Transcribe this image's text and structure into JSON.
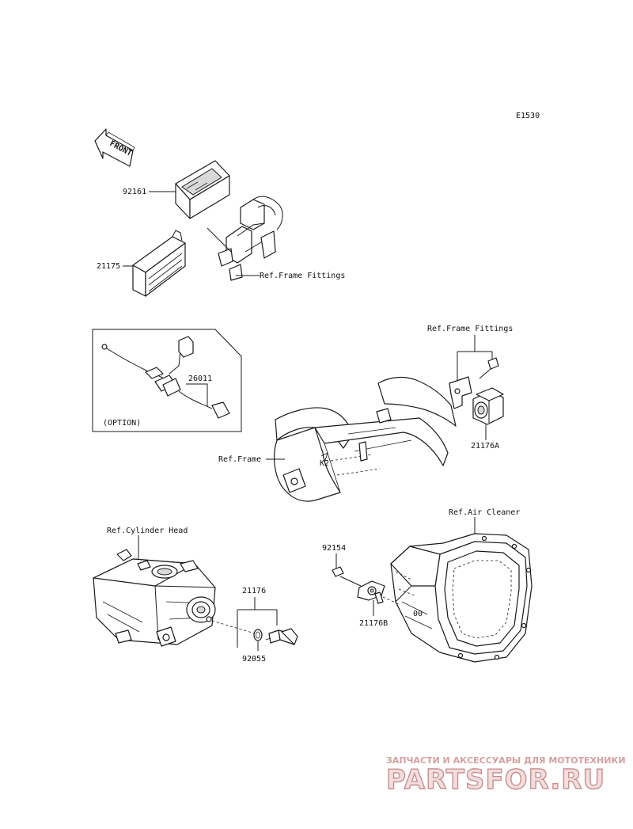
{
  "diagram_code": "E1530",
  "front_arrow": "FRONT",
  "labels": {
    "p92161": "92161",
    "p21175": "21175",
    "ref_frame_fittings_1": "Ref.Frame Fittings",
    "ref_frame_fittings_2": "Ref.Frame Fittings",
    "p26011": "26011",
    "option": "(OPTION)",
    "p21176A": "21176A",
    "ref_frame": "Ref.Frame",
    "ref_cylinder_head": "Ref.Cylinder Head",
    "ref_air_cleaner": "Ref.Air Cleaner",
    "p92154": "92154",
    "p21176": "21176",
    "p21176B": "21176B",
    "p92055": "92055"
  },
  "watermark": {
    "tagline": "ЗАПЧАСТИ И АКСЕССУАРЫ ДЛЯ МОТОТЕХНИКИ",
    "brand": "PARTSFOR.RU"
  }
}
